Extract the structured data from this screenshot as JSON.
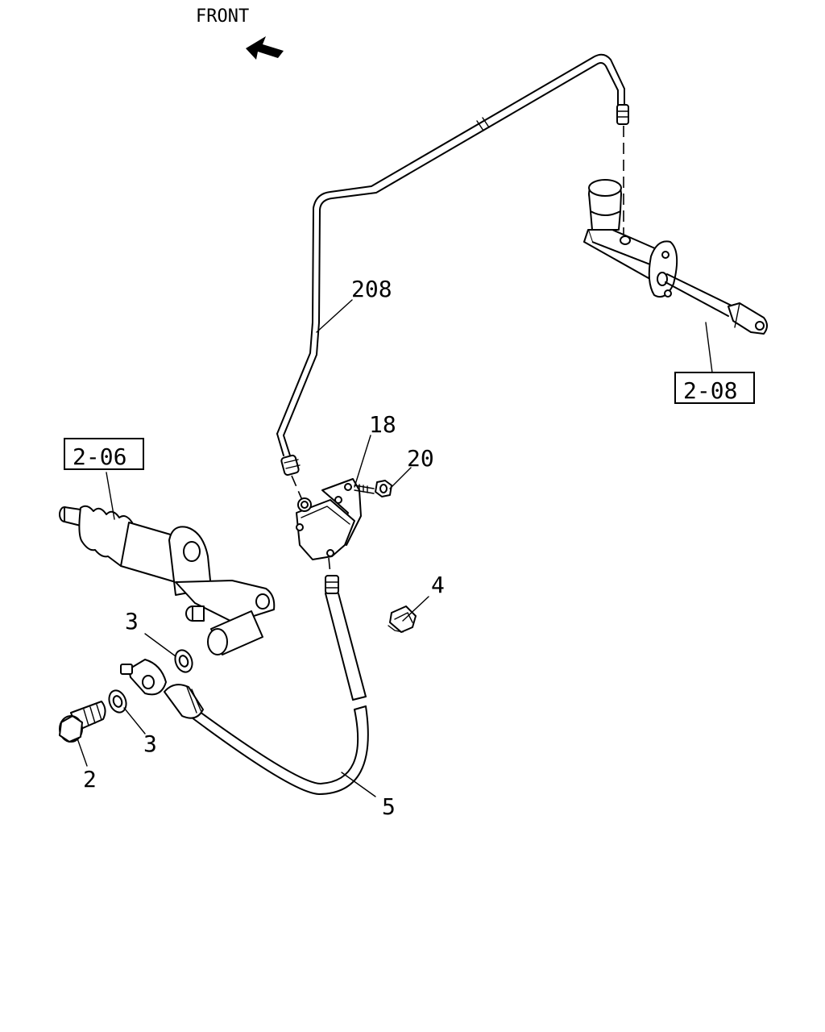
{
  "direction_label": "FRONT",
  "callouts": {
    "pipe": "208",
    "master_cylinder_ref": "2-08",
    "bracket": "18",
    "nut": "20",
    "slave_cylinder_ref": "2-06",
    "clip": "4",
    "washer_upper": "3",
    "washer_lower": "3",
    "bolt": "2",
    "hose": "5"
  },
  "icons": {
    "direction_arrow": "arrow-up-left-icon"
  },
  "colors": {
    "line": "#000000",
    "background": "#ffffff"
  }
}
